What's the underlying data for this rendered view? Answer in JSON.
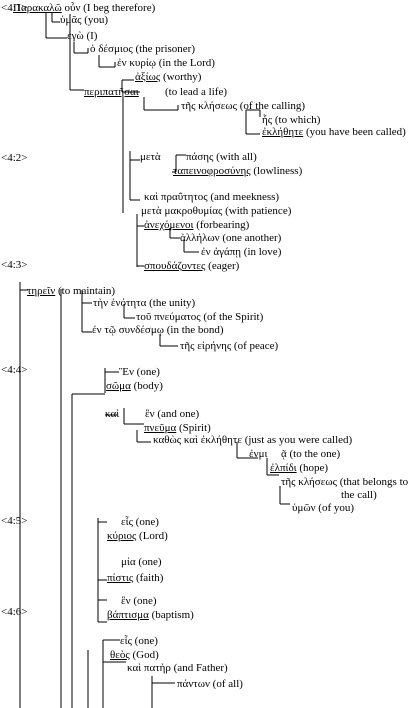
{
  "verse_markers": [
    "<4:1>",
    "<4:2>",
    "<4:3>",
    "<4:4>",
    "<4:5>",
    "<4:6>"
  ],
  "nodes": [
    {
      "greek": "Παρακαλῶ",
      "rest": " οὖν (I beg therefore)"
    },
    {
      "greek": "",
      "rest": "ὑμᾶς (you)"
    },
    {
      "greek": "",
      "rest": "ἐγὼ (I)"
    },
    {
      "greek": "",
      "rest": "ὁ δέσμιος (the prisoner)"
    },
    {
      "greek": "",
      "rest": "ἐν κυρίῳ (in the Lord)"
    },
    {
      "greek": "ἀξίως",
      "rest": " (worthy)"
    },
    {
      "greek": "περιπατῆσαι",
      "rest": ""
    },
    {
      "greek": "",
      "rest": "(to lead a life)"
    },
    {
      "greek": "",
      "rest": "τῆς κλήσεως (of the calling)"
    },
    {
      "greek": "",
      "rest": "ἧς (to which)"
    },
    {
      "greek": "ἐκλήθητε",
      "rest": " (you have been called)"
    },
    {
      "greek": "",
      "rest": "μετὰ"
    },
    {
      "greek": "",
      "rest": "πάσης (with all)"
    },
    {
      "greek": "ταπεινοφροσύνης",
      "rest": " (lowliness)"
    },
    {
      "greek": "",
      "rest": "καὶ πραΰτητος (and meekness)"
    },
    {
      "greek": "",
      "rest": "μετὰ μακροθυμίας (with patience)"
    },
    {
      "greek": "ἀνεχόμενοι",
      "rest": " (forbearing)"
    },
    {
      "greek": "",
      "rest": "ἀλλήλων (one another)"
    },
    {
      "greek": "",
      "rest": "ἐν ἀγάπῃ (in love)"
    },
    {
      "greek": "σπουδάζοντες",
      "rest": " (eager)"
    },
    {
      "greek": "τηρεῖν",
      "rest": " (to maintain)"
    },
    {
      "greek": "",
      "rest": "τὴν ἑνότητα (the unity)"
    },
    {
      "greek": "",
      "rest": "τοῦ πνεύματος (of the Spirit)"
    },
    {
      "greek": "",
      "rest": "ἐν τῷ συνδέσμῳ (in the bond)"
    },
    {
      "greek": "",
      "rest": "τῆς εἰρήνης (of peace)"
    },
    {
      "greek": "",
      "rest": "Ἓν (one)"
    },
    {
      "greek": "σῶμα",
      "rest": " (body)"
    },
    {
      "greek": "",
      "rest": "καὶ"
    },
    {
      "greek": "",
      "rest": "ἓν (and one)"
    },
    {
      "greek": "πνεῦμα",
      "rest": " (Spirit)"
    },
    {
      "greek": "",
      "rest": "καθὼς καὶ ἐκλήθητε (just as you were called)"
    },
    {
      "greek": "",
      "rest": "ἐνμι"
    },
    {
      "greek": "",
      "rest": "ᾷ (to the one)"
    },
    {
      "greek": "ἐλπίδι",
      "rest": " (hope)"
    },
    {
      "greek": "",
      "rest": "τῆς κλήσεως (that belongs to"
    },
    {
      "greek": "",
      "rest": "the call)"
    },
    {
      "greek": "",
      "rest": "ὑμῶν (of you)"
    },
    {
      "greek": "",
      "rest": "εἷς (one)"
    },
    {
      "greek": "κύριος",
      "rest": " (Lord)"
    },
    {
      "greek": "",
      "rest": "μία (one)"
    },
    {
      "greek": "πίστις",
      "rest": " (faith)"
    },
    {
      "greek": "",
      "rest": "ἓν (one)"
    },
    {
      "greek": "βάπτισμα",
      "rest": " (baptism)"
    },
    {
      "greek": "",
      "rest": "εἷς (one)"
    },
    {
      "greek": "θεὸς",
      "rest": " (God)"
    },
    {
      "greek": "",
      "rest": "καὶ πατὴρ (and Father)"
    },
    {
      "greek": "",
      "rest": "πάντων (of all)"
    }
  ]
}
